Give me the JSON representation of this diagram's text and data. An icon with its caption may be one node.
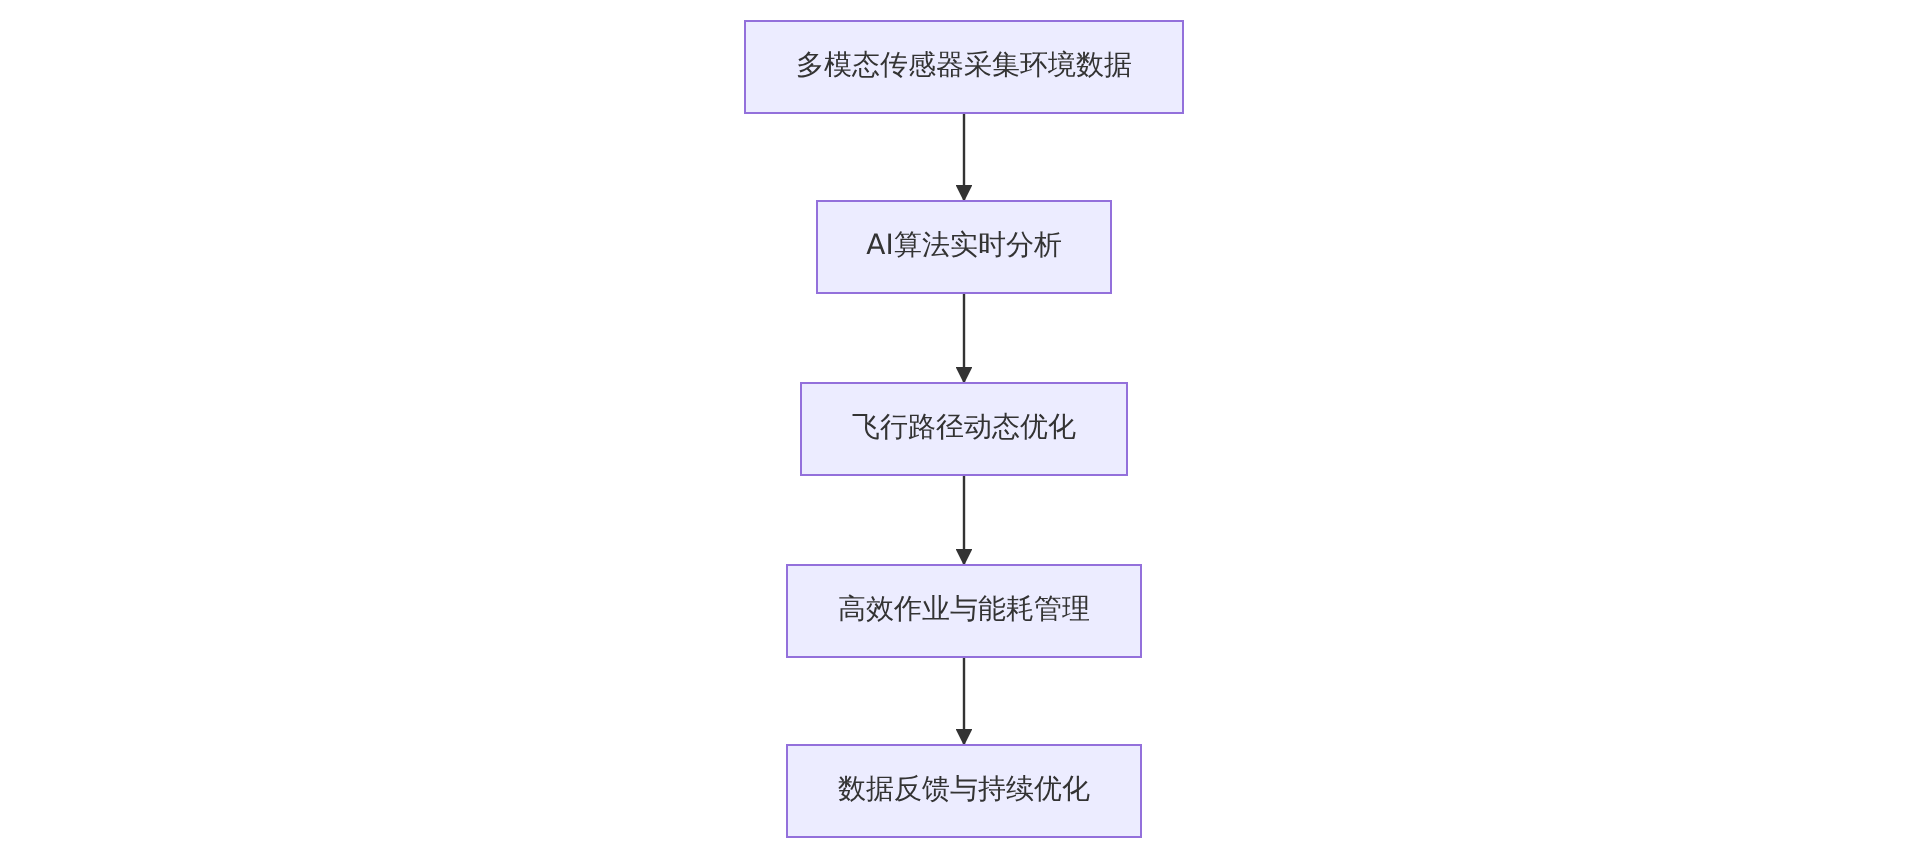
{
  "diagram": {
    "nodes": [
      {
        "text": [
          "多模态传感器采集环境数据"
        ]
      },
      {
        "text": [
          "AI算法实时分析"
        ]
      },
      {
        "text": [
          "飞行路径动态优化"
        ]
      },
      {
        "text": [
          "高效作业与能耗管理"
        ]
      },
      {
        "text": [
          "数据反馈与持续优化"
        ]
      }
    ],
    "edges": [
      {
        "from": 0,
        "to": 1,
        "arrow": "to"
      },
      {
        "from": 1,
        "to": 2,
        "arrow": "to"
      },
      {
        "from": 2,
        "to": 3,
        "arrow": "to"
      },
      {
        "from": 3,
        "to": 4,
        "arrow": "to"
      }
    ]
  }
}
